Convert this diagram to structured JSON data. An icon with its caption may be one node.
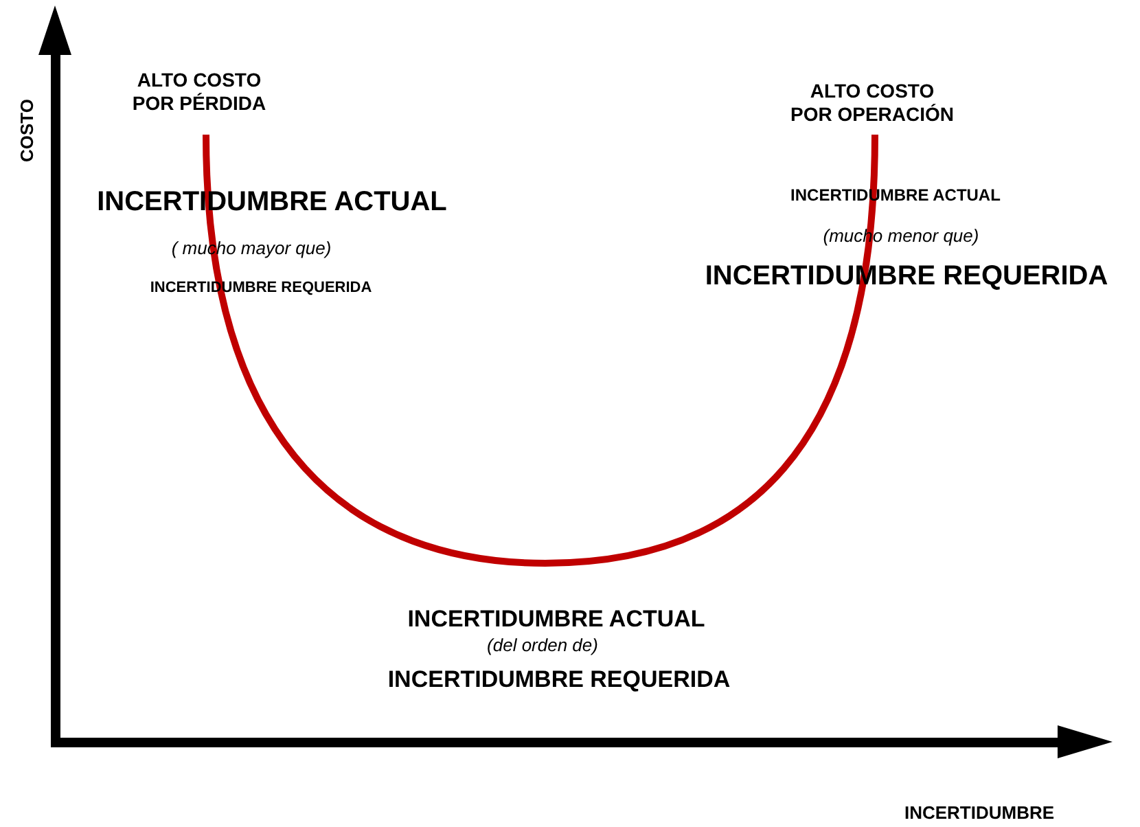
{
  "diagram": {
    "labels": [
      "ALTO COSTO POR PÉRDIDA",
      "ALTO COSTO POR OPERACIÓN",
      "COSTO",
      "INCERTIDUMBRE ACTUAL",
      "INCERTIDUMBRE ACTUAL",
      "( mucho mayor que)",
      "(mucho menor que)",
      "INCERTIDUMBRE REQUERIDA",
      "INCERTIDUMBRE REQUERIDA",
      "INCERTIDUMBRE ACTUAL",
      "(del orden de)",
      "INCERTIDUMBRE REQUERIDA",
      "INCERTIDUMBRE"
    ]
  }
}
